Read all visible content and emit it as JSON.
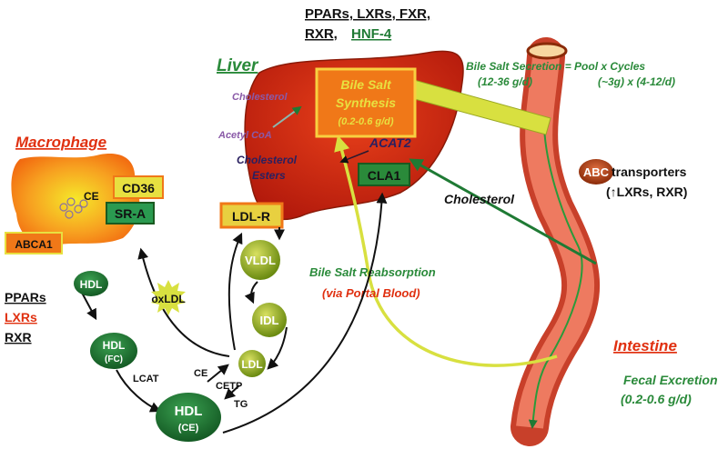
{
  "regulators_top": {
    "line1": "PPARs, LXRs, FXR,",
    "line2a": "RXR,",
    "line2b": "HNF-4"
  },
  "liver": {
    "label": "Liver",
    "synthesis": [
      "Bile Salt",
      "Synthesis",
      "(0.2-0.6 g/d)"
    ],
    "cholesterol": "Cholesterol",
    "acetyl_coa": "Acetyl CoA",
    "esters": [
      "Cholesterol",
      "Esters"
    ],
    "acat2": "ACAT2",
    "cla1": "CLA1",
    "ldlr": "LDL-R"
  },
  "secretion": {
    "line1": "Bile Salt Secretion = Pool  x  Cycles",
    "rate": "(12-36 g/d)",
    "formula": "(~3g) x (4-12/d)"
  },
  "abc": {
    "badge": "ABC",
    "label": "transporters",
    "regulators": "(↑LXRs, RXR)"
  },
  "cholesterol_flow": "Cholesterol",
  "reabsorption": {
    "line1": "Bile Salt Reabsorption",
    "line2": "(via Portal Blood)"
  },
  "intestine": {
    "label": "Intestine",
    "fecal": "Fecal Excretion",
    "fecal_rate": "(0.2-0.6 g/d)"
  },
  "macrophage": {
    "label": "Macrophage",
    "ce": "CE",
    "cd36": "CD36",
    "sra": "SR-A",
    "abca1": "ABCA1"
  },
  "regulators_left": {
    "ppars": "PPARs",
    "lxrs": "LXRs",
    "rxr": "RXR"
  },
  "lipoproteins": {
    "vldl": "VLDL",
    "idl": "IDL",
    "ldl": "LDL",
    "oxldl": "oxLDL",
    "hdl": "HDL",
    "hdl_fc": [
      "HDL",
      "(FC)"
    ],
    "hdl_ce": [
      "HDL",
      "(CE)"
    ],
    "lcat": "LCAT",
    "ce": "CE",
    "cetp": "CETP",
    "tg": "TG"
  },
  "colors": {
    "liver": "#d42a12",
    "green_text": "#2a8a3a",
    "purple": "#6a3a8a",
    "navy": "#2a2060",
    "red_text": "#e03010",
    "yellow": "#d8e040",
    "hdl": "#1f7a34"
  }
}
